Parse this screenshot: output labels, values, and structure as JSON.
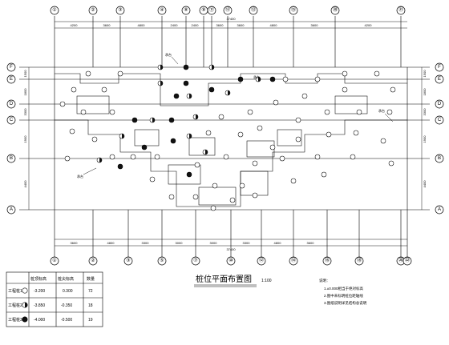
{
  "axes": {
    "top": [
      "①",
      "②",
      "③",
      "④",
      "⑧",
      "⑨",
      "⑪",
      "⑫",
      "⑬",
      "⑮",
      "⑳",
      "㉑"
    ],
    "bottom": [
      "①",
      "②",
      "③",
      "⑤",
      "⑦",
      "⑩",
      "⑫",
      "⑭",
      "⑯",
      "⑱",
      "⑳",
      "㉒"
    ],
    "left": [
      "F",
      "E",
      "D",
      "C",
      "B",
      "A"
    ],
    "right": [
      "F",
      "E",
      "D",
      "C",
      "B",
      "A"
    ]
  },
  "dimensions": {
    "top_total": "37400",
    "top_spans": [
      "4200",
      "3600",
      "4800",
      "2400",
      "2400",
      "3600",
      "3600",
      "4800",
      "3600",
      "4200"
    ],
    "bottom_total": "37400",
    "bottom_spans": [
      "3600",
      "4800",
      "3300",
      "3000",
      "3000",
      "3300",
      "4800",
      "3600"
    ],
    "left_spans": [
      "1500",
      "1800",
      "3300",
      "1900",
      "4400"
    ],
    "right_spans": [
      "1500",
      "1800",
      "3300",
      "1900",
      "4400"
    ]
  },
  "tags": [
    "承台",
    "承台",
    "承台",
    "承台"
  ],
  "title": {
    "main": "桩位平面布置图",
    "scale": "1:100"
  },
  "table": {
    "headers": [
      "",
      "桩顶标高",
      "桩尖标高",
      "数量"
    ],
    "rows": [
      {
        "label": "工程桩1",
        "symbol": "circle",
        "top": "-3.200",
        "tip": "0.300",
        "count": "72"
      },
      {
        "label": "工程桩2",
        "symbol": "half",
        "top": "-3.850",
        "tip": "-0.350",
        "count": "18"
      },
      {
        "label": "工程桩3",
        "symbol": "filled",
        "top": "-4.000",
        "tip": "-0.500",
        "count": "19"
      }
    ]
  },
  "notes": {
    "heading": "说明：",
    "items": [
      "1.±0.000相当于绝对标高",
      "2.图中未标明桩位距轴线",
      "3.图纸说明详见结构总说明"
    ]
  }
}
